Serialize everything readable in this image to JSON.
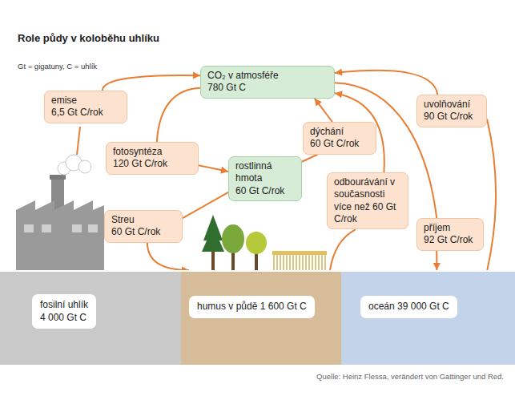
{
  "diagram": {
    "title": "Role půdy v koloběhu uhlíku",
    "caption": "Quelle: Heinz Flessa, verändert von Gattinger und Red.",
    "nodes": [
      {
        "text": [
          "CO₂ v atmosféře",
          "780 Gt C"
        ]
      },
      {
        "text": [
          "emise",
          "6,5 Gt C/rok"
        ]
      },
      {
        "text": [
          "fotosyntéza",
          "120 Gt C/rok"
        ]
      },
      {
        "text": [
          "rostlinná hmota",
          "60 Gt C/rok"
        ]
      },
      {
        "text": [
          "dýchání",
          "60 Gt C/rok"
        ]
      },
      {
        "text": [
          "uvolňování",
          "90 Gt C/rok"
        ]
      },
      {
        "text": [
          "odbourávání v současnosti více než 60 Gt C/rok"
        ]
      },
      {
        "text": [
          "Streu",
          "60 Gt C/rok"
        ]
      },
      {
        "text": [
          "příjem",
          "92 Gt C/rok"
        ]
      },
      {
        "text": [
          "fosilní uhlík",
          "4 000 Gt C"
        ]
      },
      {
        "text": [
          "humus v půdě 1 600 Gt C"
        ]
      },
      {
        "text": [
          "oceán 39 000 Gt C"
        ]
      }
    ],
    "edges": [
      {
        "from": 0,
        "to": 2,
        "arrow": "none"
      },
      {
        "from": 2,
        "to": 3,
        "arrow": "to"
      },
      {
        "from": 1,
        "to": 0,
        "arrow": "to"
      },
      {
        "from": 3,
        "to": 4,
        "arrow": "none"
      },
      {
        "from": 4,
        "to": 0,
        "arrow": "to"
      },
      {
        "from": 3,
        "to": 7,
        "arrow": "none"
      },
      {
        "from": 7,
        "to": 10,
        "arrow": "to"
      },
      {
        "from": 10,
        "to": 6,
        "arrow": "none"
      },
      {
        "from": 6,
        "to": 0,
        "arrow": "to"
      },
      {
        "from": 11,
        "to": 5,
        "arrow": "none"
      },
      {
        "from": 5,
        "to": 0,
        "arrow": "to"
      },
      {
        "from": 0,
        "to": 8,
        "arrow": "none"
      },
      {
        "from": 8,
        "to": 11,
        "arrow": "to"
      }
    ],
    "labels": [
      "Gt = gigatuny, C = uhlík"
    ]
  }
}
